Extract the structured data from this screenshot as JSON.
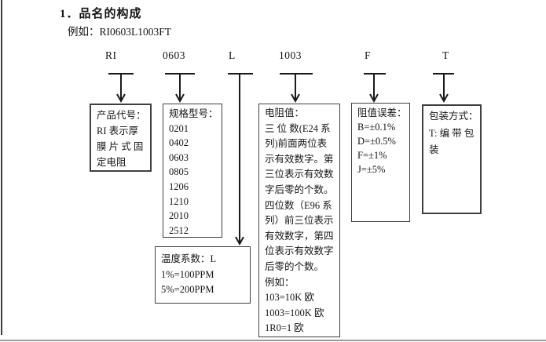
{
  "page": {
    "title": "1．品名的构成",
    "example": "例如：RI0603L1003FT"
  },
  "codes": {
    "product": "RI",
    "size": "0603",
    "tcr": "L",
    "resistance": "1003",
    "tolerance": "F",
    "packaging": "T"
  },
  "boxes": {
    "product_code": {
      "title": "产品代号：",
      "lines": [
        "RI 表示厚",
        "膜 片 式 固",
        "定电阻"
      ]
    },
    "size_code": {
      "title": "规格型号：",
      "lines": [
        "0201",
        "0402",
        "0603",
        "0805",
        "1206",
        "1210",
        "2010",
        "2512"
      ]
    },
    "resistance_value": {
      "title": "电阻值：",
      "lines": [
        "三 位 数(E24 系",
        "列)前面两位表",
        "示有效数字。第",
        "三位表示有效数",
        "字后零的个数。",
        "四位数（E96 系",
        "列）前三位表示",
        "有效数字，第四",
        "位表示有效数字",
        "后零的个数。",
        "例如：",
        "103=10K 欧",
        "1003=100K 欧",
        "1R0=1 欧"
      ]
    },
    "tolerance": {
      "title": "阻值误差：",
      "lines": [
        "B=±0.1%",
        "D=±0.5%",
        "F=±1%",
        "J=±5%"
      ]
    },
    "packaging": {
      "title": "包装方式：",
      "lines": [
        "T: 编 带 包",
        "装"
      ]
    },
    "temperature": {
      "title": "温度系数：L",
      "lines": [
        "1%=100PPM",
        "5%=200PPM"
      ]
    }
  },
  "colors": {
    "text": "#151515",
    "box_border": "#3f3f3f",
    "page_edge": "#3d3d3d"
  }
}
